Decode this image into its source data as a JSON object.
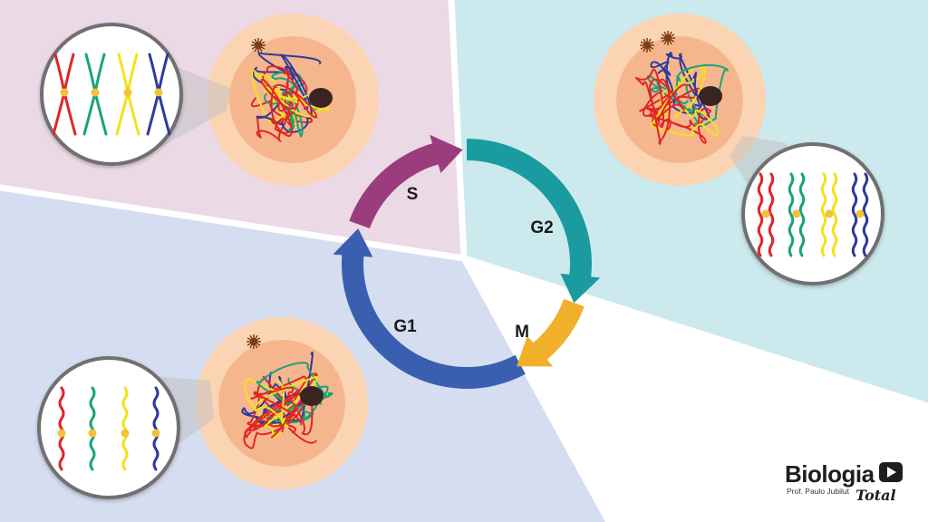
{
  "cycle": {
    "phases": [
      {
        "id": "s",
        "label": "S",
        "color": "#9b3d7c"
      },
      {
        "id": "g2",
        "label": "G2",
        "color": "#1a9ba0"
      },
      {
        "id": "m",
        "label": "M",
        "color": "#f0b02a"
      },
      {
        "id": "g1",
        "label": "G1",
        "color": "#3a5fb0"
      }
    ]
  },
  "regions": {
    "s_bg": "#ecd9e6",
    "g2_bg": "#cce9ee",
    "g1_bg": "#d5ddf0",
    "m_bg": "#ffffff"
  },
  "cell": {
    "outer_color": "#fbd4b4",
    "inner_color": "#f6b68d",
    "centrosome_color": "#7a3e10",
    "nucleolus_color": "#3a2422"
  },
  "chromosome_colors": [
    "#e02626",
    "#1aa37a",
    "#f2e21a",
    "#2d3a9c"
  ],
  "logo": {
    "brand": "Biologia",
    "author": "Prof. Paulo Jubilut",
    "script": "Total",
    "icon": "play-icon"
  }
}
